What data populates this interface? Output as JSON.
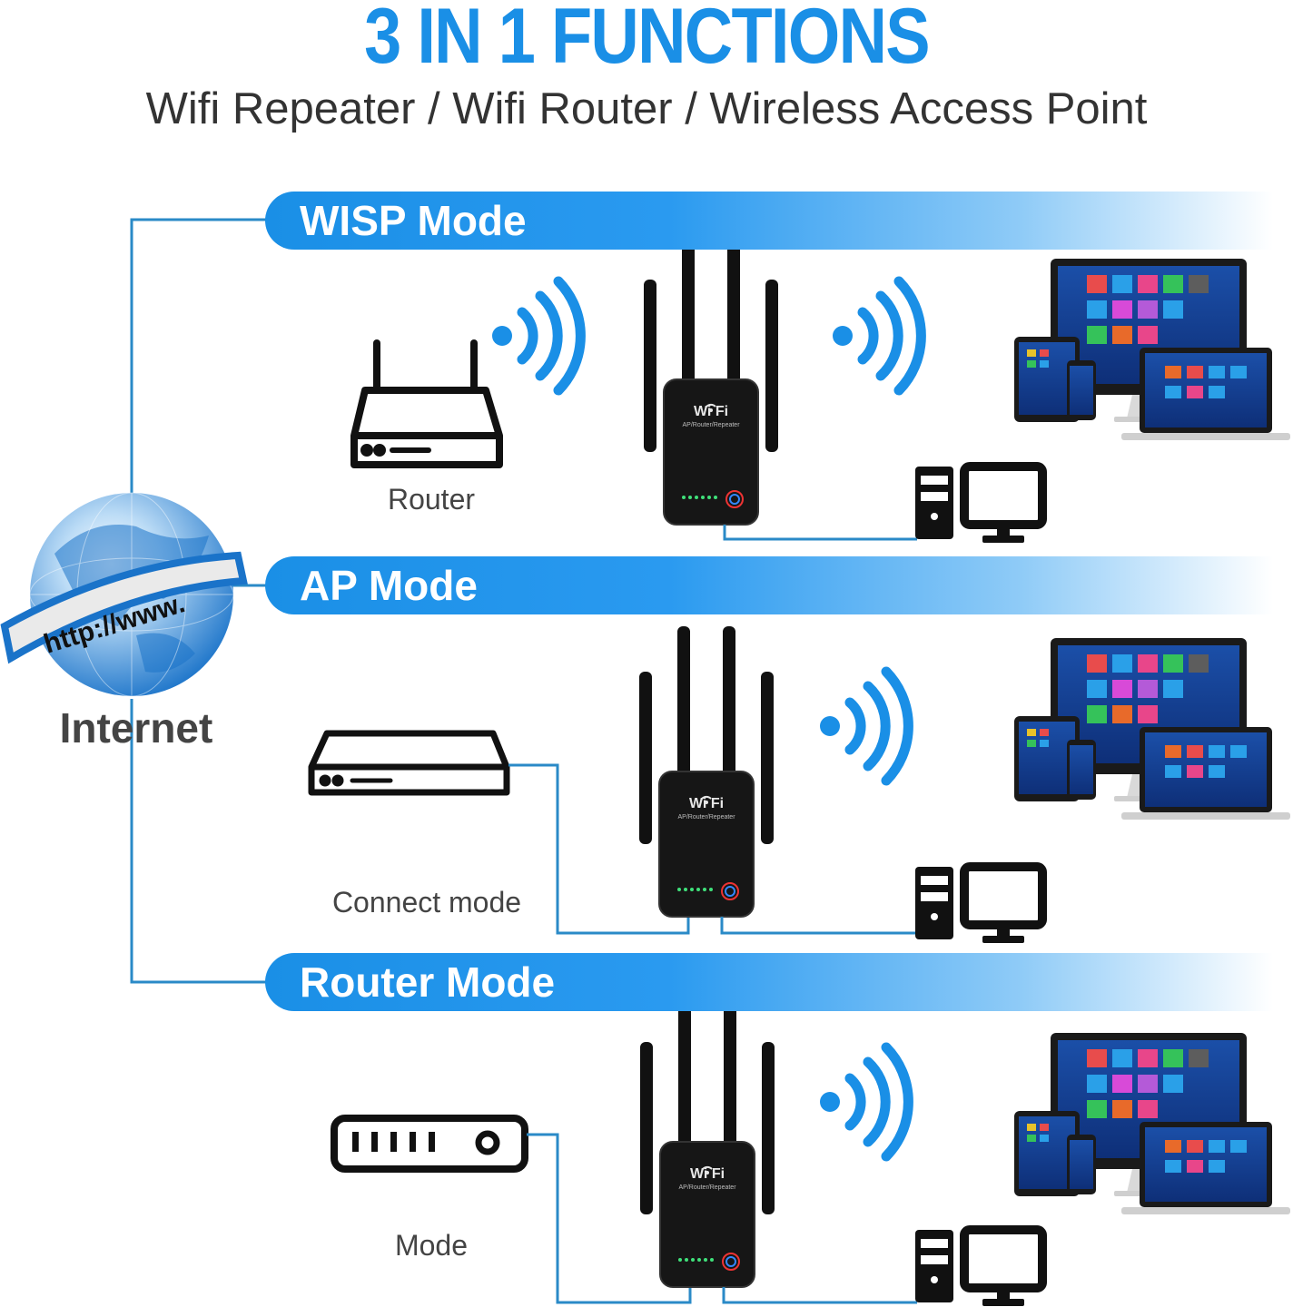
{
  "header": {
    "title": "3 IN 1 FUNCTIONS",
    "subtitle": "Wifi Repeater / Wifi Router / Wireless Access Point"
  },
  "internet": {
    "globe_text": "http://www.",
    "label": "Internet"
  },
  "modes": [
    {
      "name": "WISP Mode",
      "source_label": "Router",
      "source_icon": "router-icon"
    },
    {
      "name": "AP Mode",
      "source_label": "Connect mode",
      "source_icon": "modem-icon"
    },
    {
      "name": "Router Mode",
      "source_label": "Mode",
      "source_icon": "switch-icon"
    }
  ],
  "device": {
    "brand_text": "WiFi",
    "model_text": "AP/Router/Repeater"
  },
  "colors": {
    "accent": "#1a8fe6",
    "line": "#2a8ac7",
    "device": "#111111",
    "icon": "#111111"
  }
}
